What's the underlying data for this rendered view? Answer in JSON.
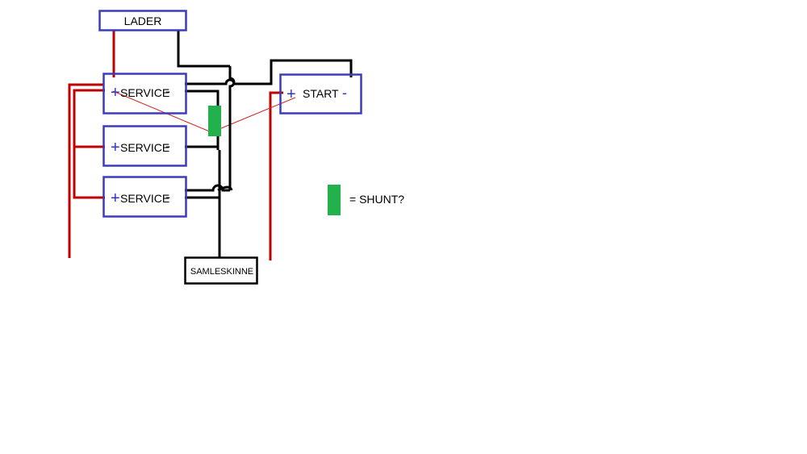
{
  "boxes": {
    "lader": "LADER",
    "service": [
      "SERVICE",
      "SERVICE",
      "SERVICE"
    ],
    "start": "START",
    "samleskinne": "SAMLESKINNE"
  },
  "symbols": {
    "plus": "+",
    "minus": "-"
  },
  "legend": {
    "text": "= SHUNT?"
  },
  "colors": {
    "box_border": "#3b3bbb",
    "positive_wire": "#c00000",
    "negative_wire": "#000000",
    "shunt": "#22b14c",
    "symbol_blue": "#3333cc"
  }
}
